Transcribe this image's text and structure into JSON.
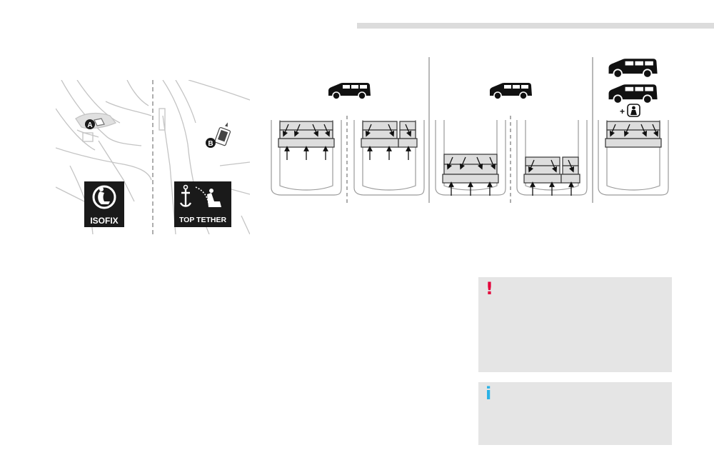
{
  "figure_isofix": {
    "callout_a": "A",
    "callout_b": "B",
    "sign_isofix": "ISOFIX",
    "sign_top_tether": "TOP TETHER"
  },
  "notices": {
    "warning_icon": "!",
    "info_icon": "i"
  },
  "colors": {
    "warning": "#e4003a",
    "info": "#2ab2e6",
    "box_background": "#e5e5e5",
    "top_bar": "#dcdcdc"
  }
}
